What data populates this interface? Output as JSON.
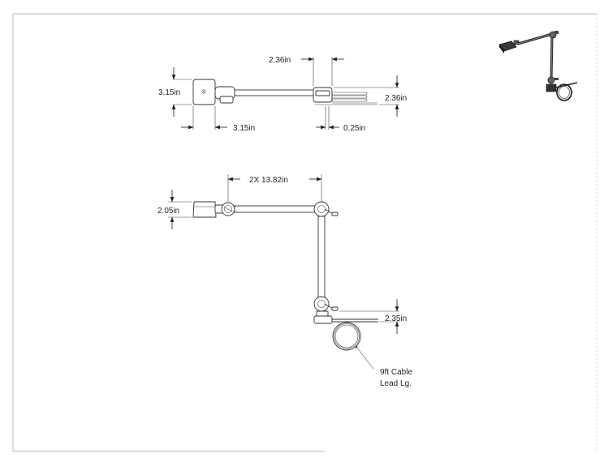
{
  "drawing": {
    "top_view": {
      "width_dim": "3.15in",
      "height_dim": "3.15in",
      "clamp_dim": "2.36in",
      "clamp_height_dim": "2.36in",
      "offset_dim": "0.25in"
    },
    "front_view": {
      "arm_dim": "2X 13.82in",
      "head_dim": "2.05in",
      "base_dim": "2.35in",
      "cable_note_line1": "9ft Cable",
      "cable_note_line2": "Lead Lg."
    }
  }
}
